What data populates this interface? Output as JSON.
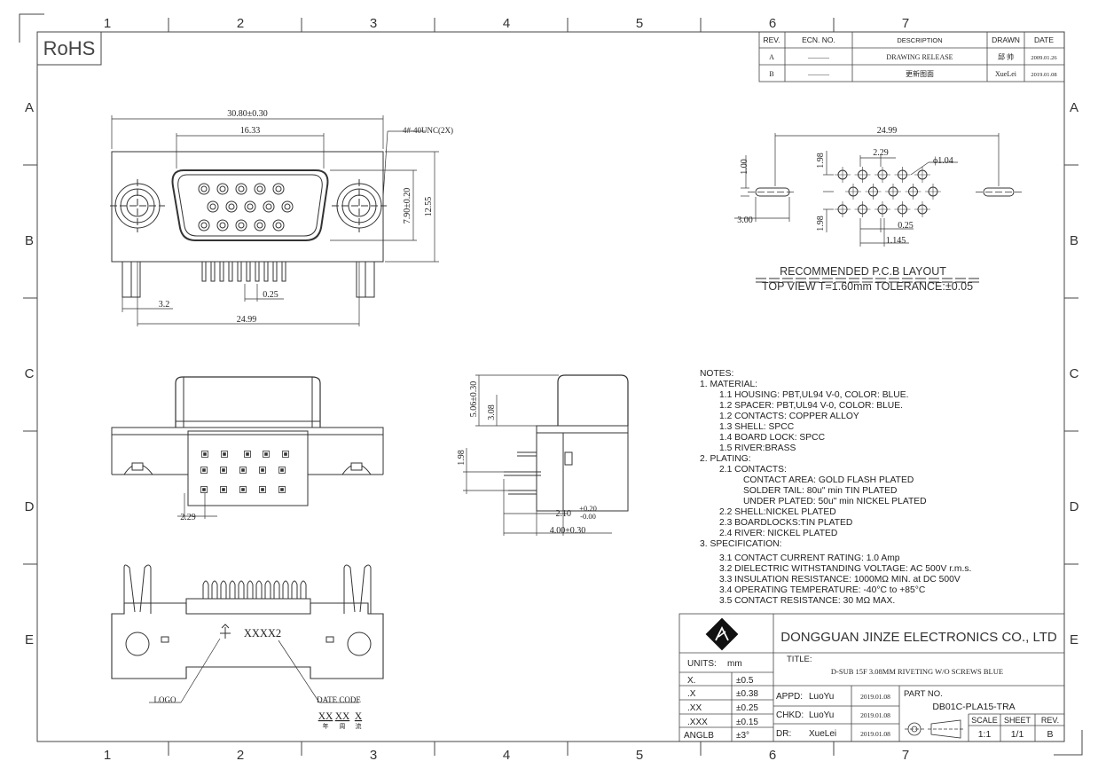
{
  "rohs": "RoHS",
  "zones": {
    "cols": [
      "1",
      "2",
      "3",
      "4",
      "5",
      "6",
      "7"
    ],
    "rows": [
      "A",
      "B",
      "C",
      "D",
      "E"
    ]
  },
  "revision_table": {
    "headers": [
      "REV.",
      "ECN. NO.",
      "DESCRIPTION",
      "DRAWN",
      "DATE"
    ],
    "rows": [
      [
        "A",
        "———",
        "DRAWING RELEASE",
        "邱 帅",
        "2009.01.26"
      ],
      [
        "B",
        "———",
        "更新图面",
        "XueLei",
        "2019.01.08"
      ]
    ]
  },
  "front_view": {
    "dims": {
      "overall": "30.80±0.30",
      "shell": "16.33",
      "thread": "4#-40UNC(2X)",
      "height_inner": "7.90±0.20",
      "height_outer": "12.55",
      "pitch": "0.25",
      "left": "3.2",
      "span": "24.99"
    }
  },
  "pcb_layout": {
    "dims": {
      "span": "24.99",
      "pin_pitch": "2.29",
      "hole": "ϕ1.04",
      "slot_h": "1.00",
      "slot_w": "3.00",
      "row_top": "1.98",
      "row_bottom": "1.98",
      "offset": "0.25",
      "offset2": "1.145"
    },
    "title": "RECOMMENDED P.C.B LAYOUT",
    "subtitle": "TOP VIEW T=1.60mm TOLERANCE:±0.05"
  },
  "side_view": {
    "dims": {
      "h1": "5.06±0.30",
      "h2": "3.08",
      "h3": "1.98",
      "tail_main": "2.10",
      "tail_plus": "+0.20",
      "tail_minus": "-0.00",
      "depth": "4.00±0.30"
    }
  },
  "top_view": {
    "dims": {
      "pitch": "2.29"
    }
  },
  "bottom_view": {
    "marking": "XXXX2",
    "logo_label": "LOGO",
    "date_code_label": "DATE CODE",
    "date_code_parts": [
      "XX",
      "XX",
      "X"
    ],
    "date_code_sub": [
      "年",
      "周",
      "流"
    ]
  },
  "notes": [
    "NOTES:",
    "1. MATERIAL:",
    "1.1 HOUSING: PBT,UL94 V-0, COLOR: BLUE.",
    "1.2 SPACER: PBT,UL94 V-0, COLOR: BLUE.",
    "1.2 CONTACTS: COPPER ALLOY",
    "1.3 SHELL: SPCC",
    "1.4 BOARD LOCK: SPCC",
    "1.5 RIVER:BRASS",
    "2. PLATING:",
    "2.1 CONTACTS:",
    "CONTACT AREA: GOLD FLASH PLATED",
    "SOLDER TAIL: 80u\" min TIN PLATED",
    "UNDER PLATED: 50u\" min NICKEL PLATED",
    "2.2 SHELL:NICKEL  PLATED",
    "2.3 BOARDLOCKS:TIN PLATED",
    "2.4 RIVER: NICKEL PLATED",
    "3. SPECIFICATION:",
    "3.1 CONTACT CURRENT RATING: 1.0 Amp",
    "3.2 DIELECTRIC WITHSTANDING VOLTAGE: AC 500V r.m.s.",
    "3.3 INSULATION RESISTANCE: 1000MΩ MIN. at DC 500V",
    "3.4 OPERATING TEMPERATURE: -40°C to +85°C",
    "3.5 CONTACT RESISTANCE: 30 MΩ MAX."
  ],
  "title_block": {
    "company": "DONGGUAN JINZE ELECTRONICS CO., LTD",
    "units_label": "UNITS:",
    "units_value": "mm",
    "tolerances": [
      [
        "X.",
        "±0.5"
      ],
      [
        ".X",
        "±0.38"
      ],
      [
        ".XX",
        "±0.25"
      ],
      [
        ".XXX",
        "±0.15"
      ],
      [
        "ANGLB",
        "±3°"
      ]
    ],
    "title_label": "TITLE:",
    "title": "D-SUB 15F 3.08MM RIVETING W/O SCREWS BLUE",
    "appd_label": "APPD:",
    "appd_name": "LuoYu",
    "appd_date": "2019.01.08",
    "chkd_label": "CHKD:",
    "chkd_name": "LuoYu",
    "chkd_date": "2019.01.08",
    "dr_label": "DR:",
    "dr_name": "XueLei",
    "dr_date": "2019.01.08",
    "part_no_label": "PART NO.",
    "part_no": "DB01C-PLA15-TRA",
    "scale_label": "SCALE",
    "sheet_label": "SHEET",
    "rev_label": "REV.",
    "scale": "1:1",
    "sheet": "1/1",
    "rev": "B"
  }
}
